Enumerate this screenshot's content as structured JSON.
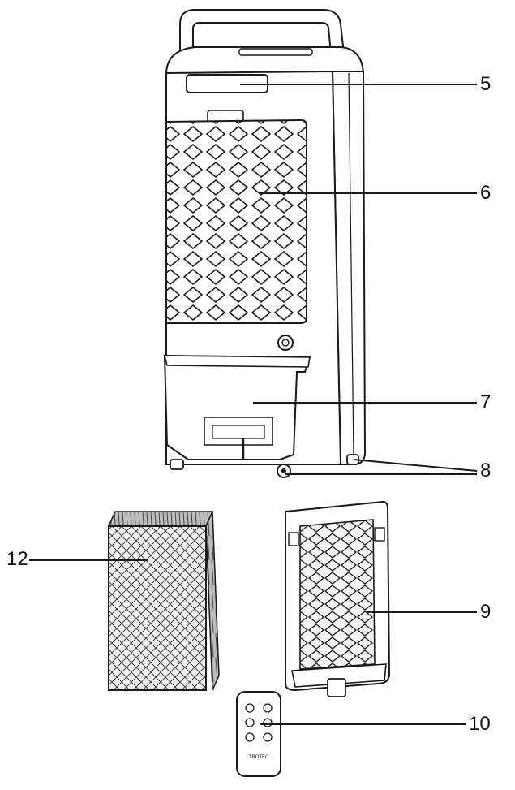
{
  "callouts": {
    "c5": "5",
    "c6": "6",
    "c7": "7",
    "c8": "8",
    "c9": "9",
    "c10": "10",
    "c12": "12"
  },
  "remote_brand": "TROTEC",
  "colors": {
    "line": "#1a1a1a",
    "light_fill": "#f4f4f4",
    "filter_shade": "#9a9a9a"
  }
}
